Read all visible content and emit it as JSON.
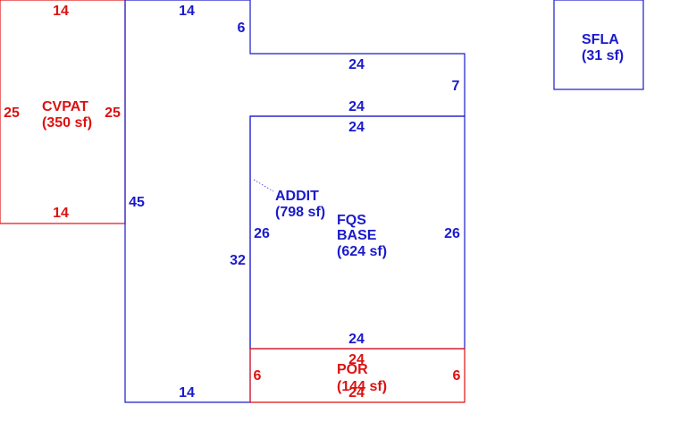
{
  "areas": {
    "cvpat": {
      "name": "CVPAT",
      "area": "(350 sf)",
      "color": "#dd1111",
      "dims": {
        "top": "14",
        "bottom": "14",
        "left": "25",
        "right": "25"
      }
    },
    "addit": {
      "name": "ADDIT",
      "area": "(798 sf)",
      "color": "#1a1acc",
      "dims": {
        "top": "14",
        "notch": "6",
        "step_top": "24",
        "step_right": "7",
        "step_bottom": "24",
        "left": "45",
        "inner": "32",
        "bottom": "14"
      }
    },
    "base": {
      "name_line1": "FQS",
      "name_line2": "BASE",
      "area": "(624 sf)",
      "color": "#1a1acc",
      "dims": {
        "top": "24",
        "left": "26",
        "right": "26",
        "bottom": "24"
      }
    },
    "por": {
      "name": "POR",
      "area": "(144 sf)",
      "color": "#dd1111",
      "dims": {
        "top": "24",
        "left": "6",
        "right": "6",
        "bottom": "24"
      }
    },
    "sfla": {
      "name": "SFLA",
      "area": "(31 sf)",
      "color": "#1a1acc"
    }
  }
}
